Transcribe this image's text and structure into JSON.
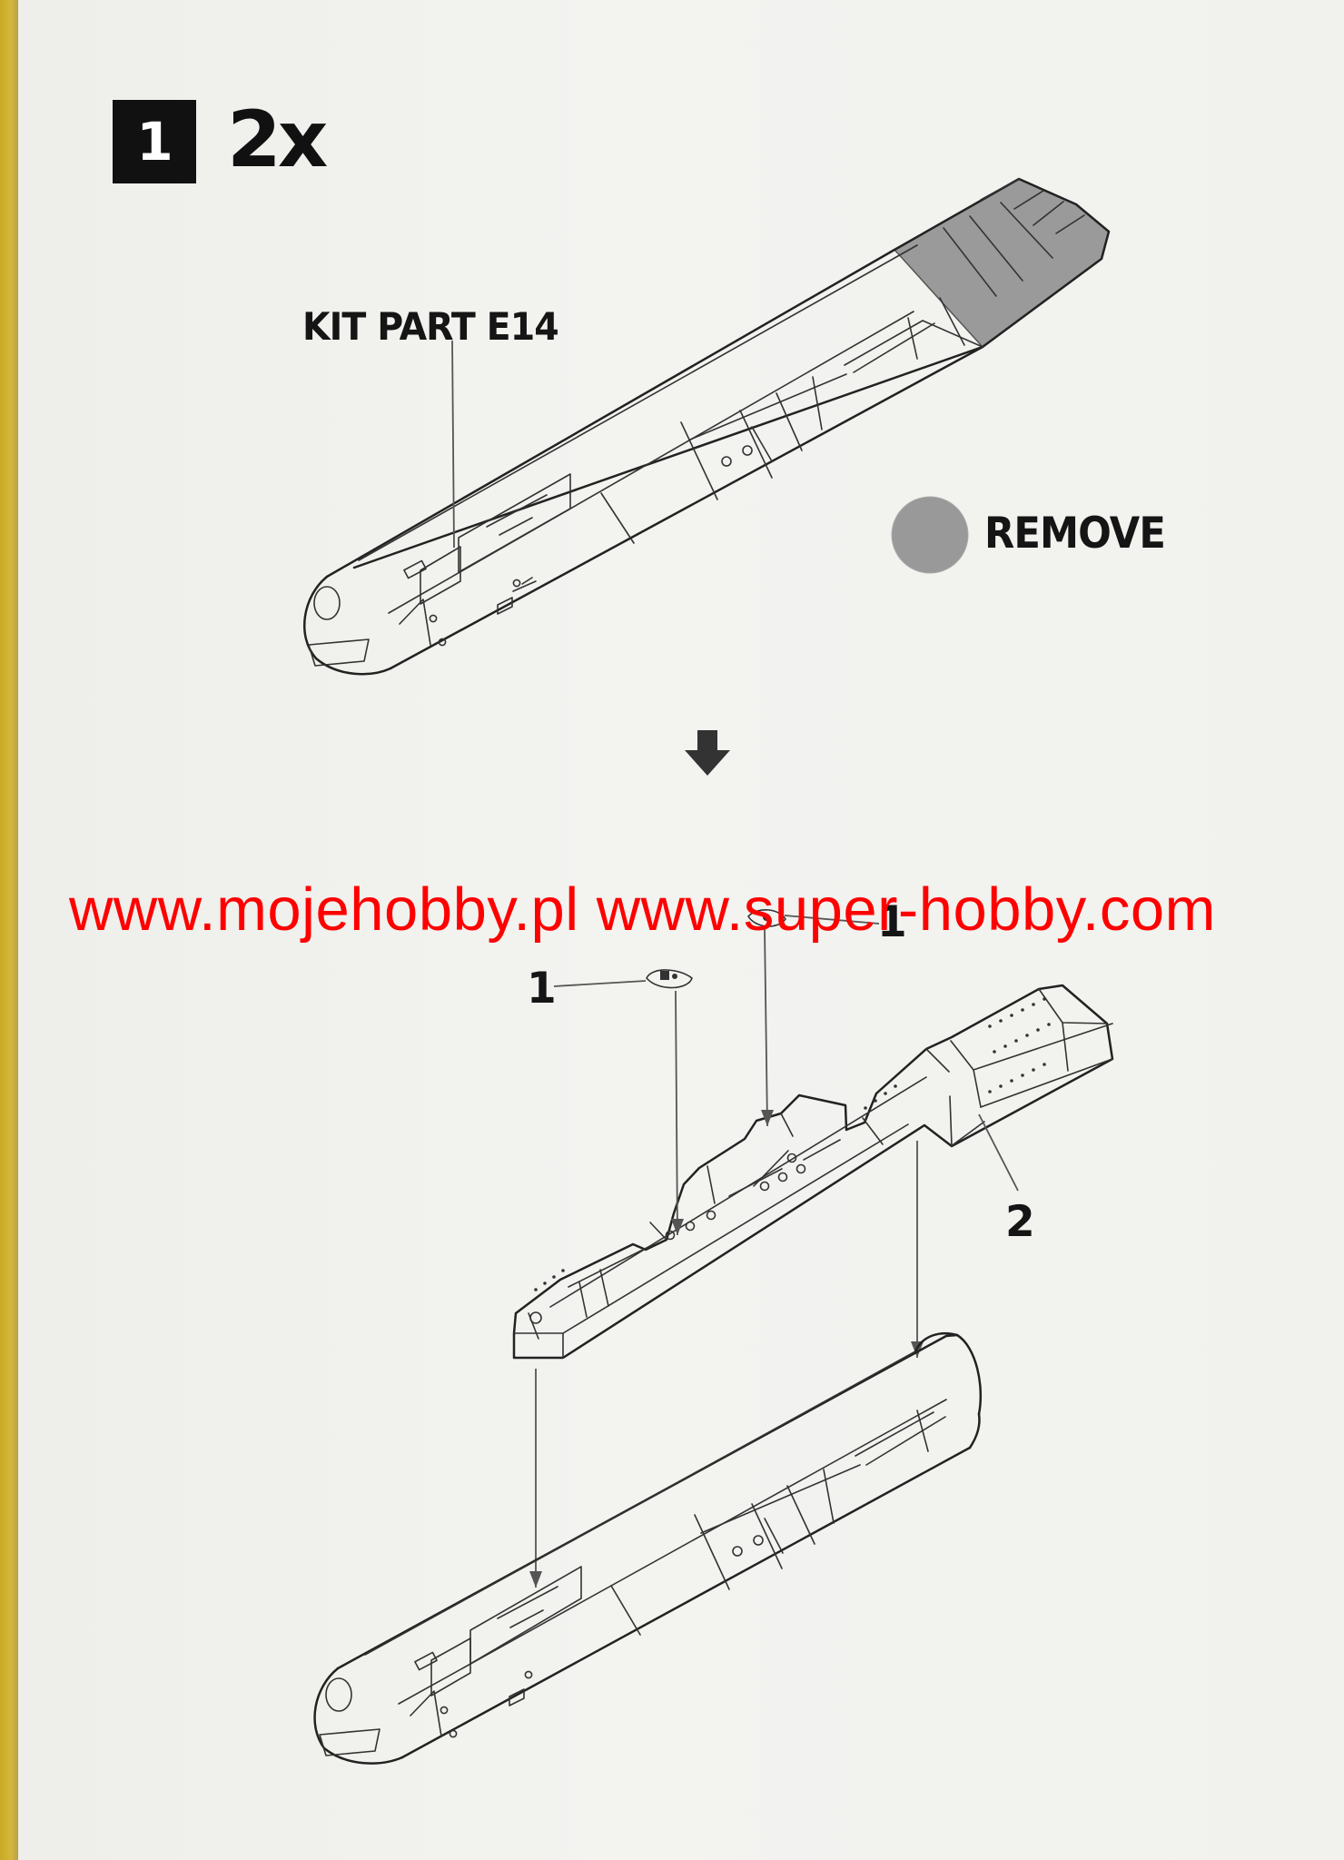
{
  "step": {
    "number": "1",
    "multiplier": "2x"
  },
  "labels": {
    "kit_part": "KIT PART E14",
    "remove": "REMOVE",
    "callout_1a": "1",
    "callout_1b": "1",
    "callout_2": "2"
  },
  "watermark": {
    "text": "www.mojehobby.pl www.super-hobby.com",
    "color": "#ff0000"
  },
  "legend": {
    "remove_swatch_color": "#999999"
  },
  "icons": {
    "down_arrow": "arrow-down-icon"
  }
}
